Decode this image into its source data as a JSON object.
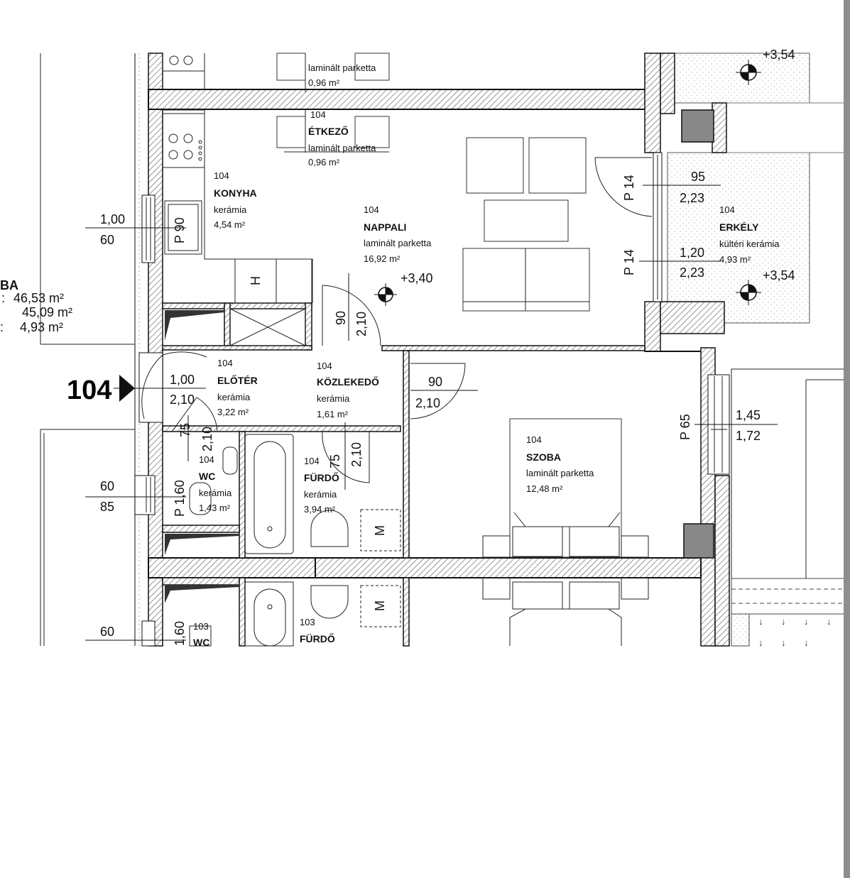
{
  "unit_label": "104",
  "summary": {
    "fragment": "BA",
    "rows": [
      {
        "key": ":",
        "value": "46,53 m²"
      },
      {
        "key": "",
        "value": "45,09 m²"
      },
      {
        "key": ":",
        "value": "4,93 m²"
      }
    ]
  },
  "rooms": {
    "etkezo_top": {
      "mat": "laminált parketta",
      "area": "0,96 m²"
    },
    "etkezo": {
      "num": "104",
      "name": "ÉTKEZŐ",
      "mat": "laminált parketta",
      "area": "0,96 m²"
    },
    "konyha": {
      "num": "104",
      "name": "KONYHA",
      "mat": "kerámia",
      "area": "4,54 m²"
    },
    "nappali": {
      "num": "104",
      "name": "NAPPALI",
      "mat": "laminált parketta",
      "area": "16,92 m²"
    },
    "erkely": {
      "num": "104",
      "name": "ERKÉLY",
      "mat": "kültéri kerámia",
      "area": "4,93 m²"
    },
    "eloter": {
      "num": "104",
      "name": "ELŐTÉR",
      "mat": "kerámia",
      "area": "3,22 m²"
    },
    "kozlekedo": {
      "num": "104",
      "name": "KÖZLEKEDŐ",
      "mat": "kerámia",
      "area": "1,61 m²"
    },
    "szoba": {
      "num": "104",
      "name": "SZOBA",
      "mat": "laminált parketta",
      "area": "12,48 m²"
    },
    "wc": {
      "num": "104",
      "name": "WC",
      "mat": "kerámia",
      "area": "1,43 m²"
    },
    "furdo": {
      "num": "104",
      "name": "FÜRDŐ",
      "mat": "kerámia",
      "area": "3,94 m²"
    },
    "furdo_103": {
      "num": "103",
      "name": "FÜRDŐ"
    },
    "wc_103": {
      "num": "103",
      "name": "WC"
    }
  },
  "levels": {
    "erkely_top": "+3,54",
    "erkely": "+3,54",
    "nappali": "+3,40"
  },
  "dims": {
    "kitchen_window": {
      "w": "1,00",
      "h": "60"
    },
    "kitchen_parapet": "P 90",
    "balcony_door_1": {
      "w": "95",
      "h": "2,23",
      "p": "P 14"
    },
    "balcony_door_2": {
      "w": "1,20",
      "h": "2,23",
      "p": "P 14"
    },
    "nappali_door": {
      "w": "90",
      "h": "2,10"
    },
    "entry_door": {
      "w": "1,00",
      "h": "2,10"
    },
    "szoba_door": {
      "w": "90",
      "h": "2,10"
    },
    "szoba_window": {
      "w": "1,45",
      "h": "1,72",
      "p": "P 65"
    },
    "wc_door": {
      "w": "75",
      "h": "2,10"
    },
    "furdo_door": {
      "w": "75",
      "h": "2,10"
    },
    "wc_window": {
      "w": "60",
      "h": "85",
      "p": "P 1,60"
    },
    "wc103_window": {
      "w": "60",
      "p": "1,60"
    }
  },
  "symbols": {
    "hood": "H",
    "washer_1": "M",
    "washer_2": "M"
  }
}
